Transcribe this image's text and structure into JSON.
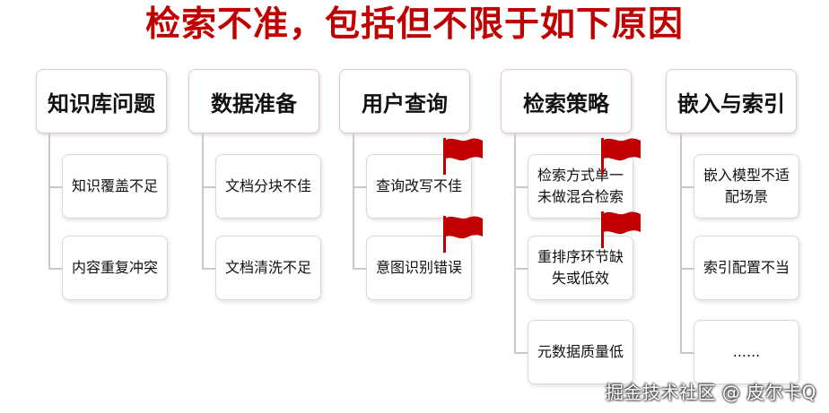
{
  "title": "检索不准，包括但不限于如下原因",
  "columns": [
    {
      "header": "知识库问题",
      "items": [
        "知识覆盖不足",
        "内容重复冲突"
      ]
    },
    {
      "header": "数据准备",
      "items": [
        "文档分块不佳",
        "文档清洗不足"
      ]
    },
    {
      "header": "用户查询",
      "items": [
        "查询改写不佳",
        "意图识别错误"
      ]
    },
    {
      "header": "检索策略",
      "items": [
        "检索方式单一未做混合检索",
        "重排序环节缺失或低效",
        "元数据质量低"
      ]
    },
    {
      "header": "嵌入与索引",
      "items": [
        "嵌入模型不适配场景",
        "索引配置不当",
        "......"
      ]
    }
  ],
  "flag_color": "#c00000",
  "watermark": "掘金技术社区 @ 皮尔卡Q"
}
